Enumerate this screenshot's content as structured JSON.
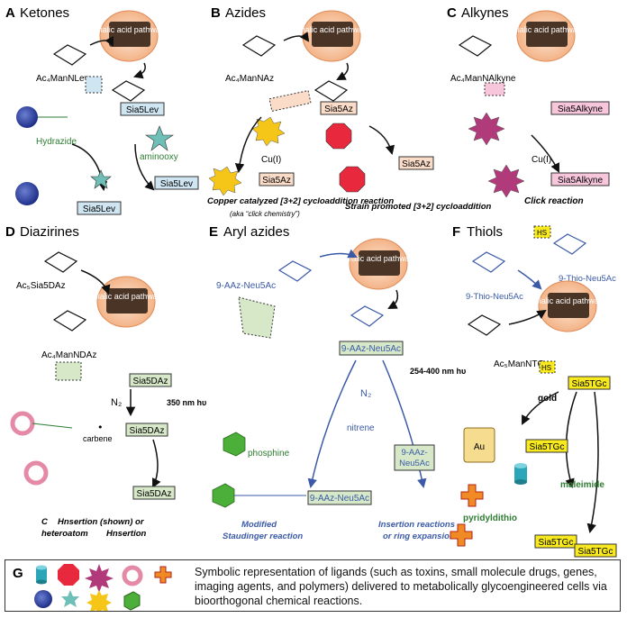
{
  "panels": {
    "A": {
      "letter": "A",
      "title": "Ketones",
      "sugar": "Ac₄ManNLev",
      "sia": "Sia5Lev",
      "reagent1": "Hydrazide",
      "reagent2": "aminooxy",
      "product1": "Sia5Lev",
      "product2": "Sia5Lev"
    },
    "B": {
      "letter": "B",
      "title": "Azides",
      "sugar": "Ac₄ManNAz",
      "sia": "Sia5Az",
      "catalyst": "Cu(I)",
      "product1": "Sia5Az",
      "product2": "Sia5Az",
      "caption1": "Copper catalyzed [3+2] cycloaddition reaction",
      "caption1_sub": "(aka “click chemistry”)",
      "caption2": "Strain promoted [3+2] cycloaddition"
    },
    "C": {
      "letter": "C",
      "title": "Alkynes",
      "sugar": "Ac₄ManNAlkyne",
      "sia": "Sia5Alkyne",
      "catalyst": "Cu(I)",
      "product": "Sia5Alkyne",
      "caption": "Click reaction"
    },
    "D": {
      "letter": "D",
      "title": "Diazirines",
      "sugar1": "Ac₅Sia5DAz",
      "sugar2": "Ac₄ManNDAz",
      "sia": "Sia5DAz",
      "light": "350 nm hυ",
      "n2": "N₂",
      "carbene": "carbene",
      "intermediate": "Sia5DAz",
      "product": "Sia5DAz",
      "caption_a": "C",
      "caption_b": "Hnsertion (shown) or",
      "caption_c": "heteroatom",
      "caption_d": "Hnsertion"
    },
    "E": {
      "letter": "E",
      "title": "Aryl azides",
      "sugar": "9-AAz-Neu5Ac",
      "sia": "9-AAz-Neu5Ac",
      "light": "254-400 nm hυ",
      "n2": "N₂",
      "reagent": "phosphine",
      "nitrene": "nitrene",
      "product1": "9-AAz-Neu5Ac",
      "product2_a": "9-AAz-",
      "product2_b": "Neu5Ac",
      "caption1_a": "Modified",
      "caption1_b": "Staudinger reaction",
      "caption2_a": "Insertion reactions",
      "caption2_b": "or ring expansion"
    },
    "F": {
      "letter": "F",
      "title": "Thiols",
      "label_thio1": "9-Thio-Neu5Ac",
      "label_thio2": "9-Thio-Neu5Ac",
      "sugar": "Ac₅ManNTGc",
      "sia": "Sia5TGc",
      "gold": "gold",
      "au": "Au",
      "product_gold": "Sia5TGc",
      "reagent1": "pyridyldithio",
      "reagent2": "maleimide",
      "product1": "Sia5TGc",
      "product2": "Sia5TGc",
      "hs": "HS"
    }
  },
  "pathway_label": "Sialic acid pathway",
  "legend": {
    "letter": "G",
    "text": "Symbolic representation of ligands (such as toxins, small molecule drugs, genes, imaging agents, and polymers) delivered to metabolically glycoengineered cells via bioorthogonal chemical reactions."
  },
  "colors": {
    "sia_blue": "#cfe6f2",
    "sia_orange": "#fbdcc8",
    "sia_pink": "#f7c6db",
    "sia_green": "#d6e8c8",
    "sia_yellow": "#f8ea1e",
    "cell": "#f4b183",
    "pathway_box": "#4a3426",
    "reaction_green": "#2e7d32",
    "reaction_blue": "#3a5aa8"
  }
}
